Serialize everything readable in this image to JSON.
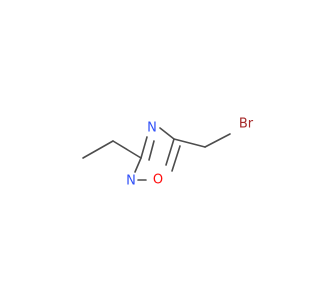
{
  "molecule": {
    "colors": {
      "bond": "#4d4d4d",
      "nitrogen": "#3050f8",
      "oxygen": "#ff0d0d",
      "bromine": "#a62929"
    },
    "atoms": {
      "n4": "N",
      "n2": "N",
      "o1": "O",
      "br": "Br"
    }
  }
}
